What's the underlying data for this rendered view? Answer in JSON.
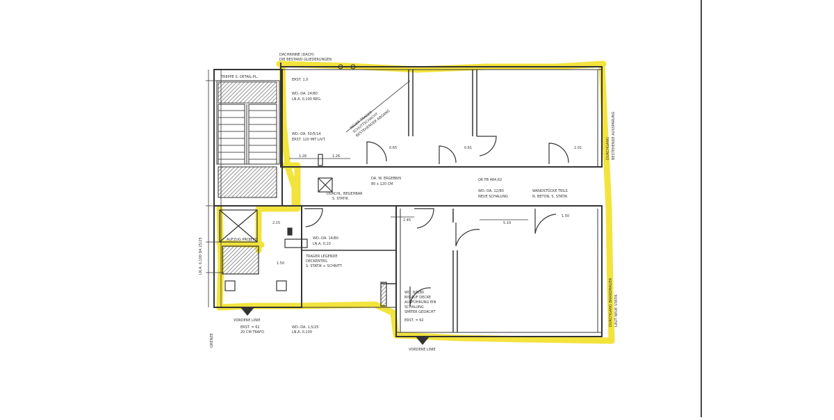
{
  "colors": {
    "highlight": "#f2e233",
    "line": "#333333",
    "hatch": "#7a7a7a",
    "paper": "#ffffff"
  },
  "labels": {
    "top_note_1": "DACHRINNE (DACH)",
    "top_note_2": "DIE BESTAND GLIEDERUNGEN",
    "stair_note": "TREPPE S. DETAIL-PL.",
    "erst_top": "ERST. 1,0",
    "wd_1": "WD.-DA. 24/80",
    "wd_1b": "LN.A. 0,100 REG.",
    "wd_2": "WD.-DA. 50/5/14",
    "wd_2b": "ERST. 120 MIT LIVT.",
    "diagonal_note_1": "NEUER TRAGER",
    "diagonal_note_2": "SCHUTTSCHACHT",
    "diagonal_note_3": "BESTEHENDER ABGANG",
    "shaft_note_1": "DURCHL. BEGEHBAR",
    "shaft_note_2": "S. STATIK",
    "beam_note_1": "DA. W. ERGEBNIS",
    "beam_note_2": "80 x 120 CM",
    "corridor_note": "OK FB 484,62",
    "wd_3": "WD.-DA. 12/80",
    "wd_3b": "NEUE SCHALUNG",
    "walls_note_1": "WANDSTÜCKE TEILS",
    "walls_note_2": "N. BETON, S. STATIK",
    "right_vertical_1": "DURCHGANG",
    "right_vertical_2": "BESTEHENDE AUSSPARUNG",
    "right_vertical_3": "DURCHGANG BRANDMAUER",
    "right_vertical_4": "LAUT NEUE STATIK",
    "left_vertical_1": "LN.A. 0,100 DA 25/25",
    "left_vertical_2": "GRENZE",
    "aufzug_note": "AUFZUG PROJEKT",
    "wd_4": "WD.-DA. 14/80",
    "wd_4b": "LN.A. 0,10",
    "trager_note_1": "TRAGER LEGENDE",
    "trager_note_2": "DECKENTEIL",
    "trager_note_3": "S. STATIK + SCHNITT",
    "wd_5": "WD. 8/5/80",
    "wd_5b": "BIS AUF DECKE",
    "wd_5c": "AUSFÜHRUNG EIN",
    "wd_5d": "SCHALUNG",
    "wd_5e": "SPÄTER GEDACHT",
    "erst_bottom_left_1": "ERST. = 62",
    "erst_bottom_left_2": "20 CM TRAFO",
    "wd_6": "WD.-DA. 1,5/25",
    "wd_6b": "LN.A. 0,100",
    "erst_bottom_right": "ERST. = 62",
    "vordere_left": "VORDERE LINIE",
    "vordere_right": "VORDERE LINIE",
    "dim_1": "1.26",
    "dim_2": "1.26",
    "dim_3": "0.65",
    "dim_4": "0.61",
    "dim_5": "1.01",
    "dim_6": "1.50",
    "dim_7": "5.10",
    "dim_8": "2.45",
    "dim_9": "2.15",
    "dim_10": "1.50"
  }
}
